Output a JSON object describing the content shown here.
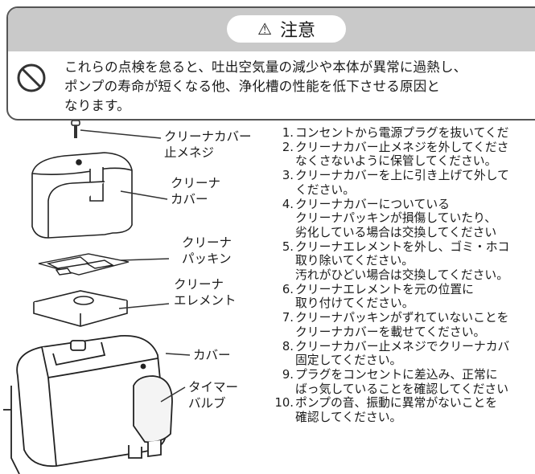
{
  "caution": {
    "title": "注意",
    "icon": "warning-triangle-icon",
    "prohibit_icon": "prohibition-icon",
    "text": "これらの点検を怠ると、吐出空気量の減少や本体が異常に過熱し、\nポンプの寿命が短くなる他、浄化槽の性能を低下させる原因と\nなります。"
  },
  "labels": {
    "cleaner_cover_screw": "クリーナカバー\n止メネジ",
    "cleaner_cover": "クリーナ\nカバー",
    "cleaner_packing": "クリーナ\nパッキン",
    "cleaner_element": "クリーナ\nエレメント",
    "cover": "カバー",
    "timer_valve": "タイマー\nバルブ"
  },
  "steps": [
    {
      "num": "1.",
      "text": "コンセントから電源プラグを抜いてくだ"
    },
    {
      "num": "2.",
      "text": "クリーナカバー止メネジを外してくださ\nなくさないように保管してください。"
    },
    {
      "num": "3.",
      "text": "クリーナカバーを上に引き上げて外して\nください。"
    },
    {
      "num": "4.",
      "text": "クリーナカバーについている\nクリーナパッキンが損傷していたり、\n劣化している場合は交換してください"
    },
    {
      "num": "5.",
      "text": "クリーナエレメントを外し、ゴミ・ホコ\n取り除いてください。\n汚れがひどい場合は交換してください。"
    },
    {
      "num": "6.",
      "text": "クリーナエレメントを元の位置に\n取り付けてください。"
    },
    {
      "num": "7.",
      "text": "クリーナパッキンがずれていないことを\nクリーナカバーを載せてください。"
    },
    {
      "num": "8.",
      "text": "クリーナカバー止メネジでクリーナカバ\n固定してください。"
    },
    {
      "num": "9.",
      "text": "プラグをコンセントに差込み、正常に\nばっ気していることを確認してください"
    },
    {
      "num": "10.",
      "text": "ポンプの音、振動に異常がないことを\n確認してください。"
    }
  ]
}
